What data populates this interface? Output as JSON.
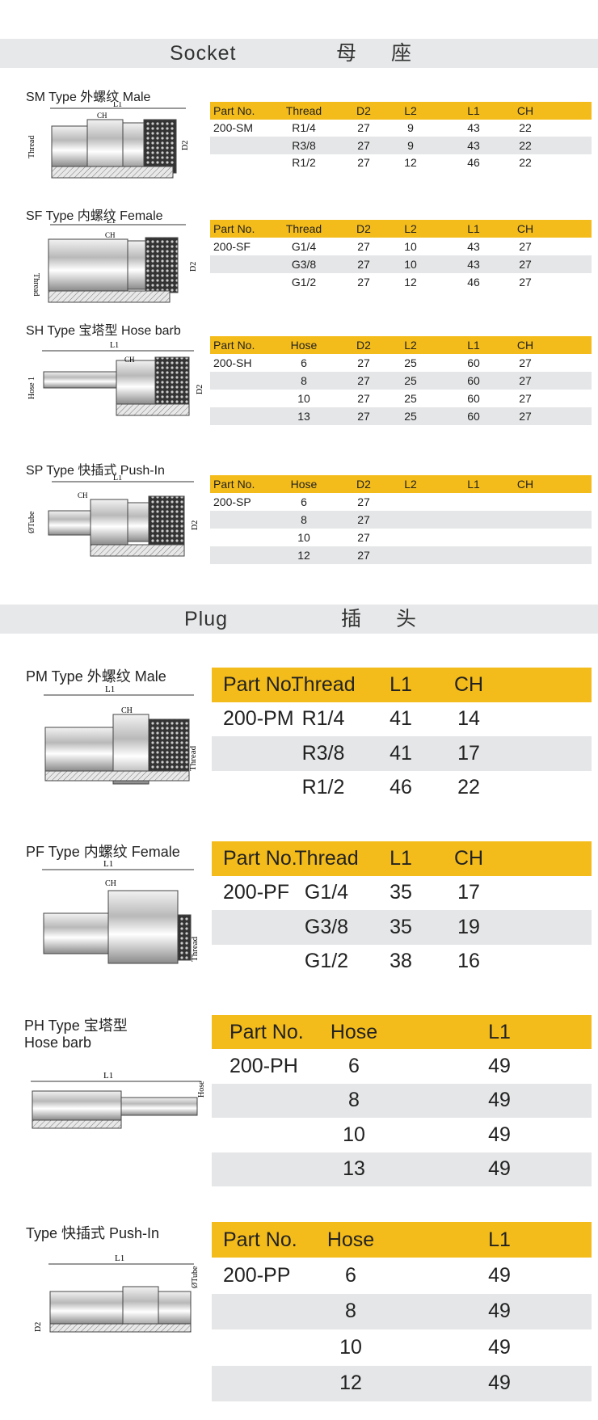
{
  "sections": {
    "socket": {
      "en": "Socket",
      "cn": "母 座"
    },
    "plug": {
      "en": "Plug",
      "cn": "插 头"
    }
  },
  "types": {
    "sm": {
      "label": "SM Type 外螺纹 Male"
    },
    "sf": {
      "label": "SF Type 内螺纹 Female"
    },
    "sh": {
      "label": "SH Type 宝塔型 Hose barb"
    },
    "sp": {
      "label": "SP Type 快插式 Push-In"
    },
    "pm": {
      "label": "PM Type 外螺纹 Male"
    },
    "pf": {
      "label": "PF Type  内螺纹 Female"
    },
    "ph": {
      "label1": "PH Type 宝塔型",
      "label2": "Hose barb"
    },
    "pp": {
      "label": "Type 快插式 Push-In"
    }
  },
  "drawing_labels": {
    "l1": "L1",
    "ch": "CH",
    "d2": "D2",
    "thread": "Thread",
    "hose": "Hose",
    "hose1": "Hose 1",
    "tube": "ØTube"
  },
  "tables": {
    "sm": {
      "headers": [
        "Part No.",
        "Thread",
        "D2",
        "L2",
        "L1",
        "CH"
      ],
      "rows": [
        [
          "200-SM",
          "R1/4",
          "27",
          "9",
          "43",
          "22"
        ],
        [
          "",
          "R3/8",
          "27",
          "9",
          "43",
          "22"
        ],
        [
          "",
          "R1/2",
          "27",
          "12",
          "46",
          "22"
        ]
      ]
    },
    "sf": {
      "headers": [
        "Part No.",
        "Thread",
        "D2",
        "L2",
        "L1",
        "CH"
      ],
      "rows": [
        [
          "200-SF",
          "G1/4",
          "27",
          "10",
          "43",
          "27"
        ],
        [
          "",
          "G3/8",
          "27",
          "10",
          "43",
          "27"
        ],
        [
          "",
          "G1/2",
          "27",
          "12",
          "46",
          "27"
        ]
      ]
    },
    "sh": {
      "headers": [
        "Part No.",
        "Hose",
        "D2",
        "L2",
        "L1",
        "CH"
      ],
      "rows": [
        [
          "200-SH",
          "6",
          "27",
          "25",
          "60",
          "27"
        ],
        [
          "",
          "8",
          "27",
          "25",
          "60",
          "27"
        ],
        [
          "",
          "10",
          "27",
          "25",
          "60",
          "27"
        ],
        [
          "",
          "13",
          "27",
          "25",
          "60",
          "27"
        ]
      ]
    },
    "sp": {
      "headers": [
        "Part No.",
        "Hose",
        "D2",
        "L2",
        "L1",
        "CH"
      ],
      "rows": [
        [
          "200-SP",
          "6",
          "27",
          "",
          "",
          ""
        ],
        [
          "",
          "8",
          "27",
          "",
          "",
          ""
        ],
        [
          "",
          "10",
          "27",
          "",
          "",
          ""
        ],
        [
          "",
          "12",
          "27",
          "",
          "",
          ""
        ]
      ]
    },
    "pm": {
      "headers": [
        "Part No.",
        "Thread",
        "L1",
        "CH"
      ],
      "rows": [
        [
          "200-PM",
          "R1/4",
          "41",
          "14"
        ],
        [
          "",
          "R3/8",
          "41",
          "17"
        ],
        [
          "",
          "R1/2",
          "46",
          "22"
        ]
      ]
    },
    "pf": {
      "headers": [
        "Part No.",
        "Thread",
        "L1",
        "CH"
      ],
      "rows": [
        [
          "200-PF",
          "G1/4",
          "35",
          "17"
        ],
        [
          "",
          "G3/8",
          "35",
          "19"
        ],
        [
          "",
          "G1/2",
          "38",
          "16"
        ]
      ]
    },
    "ph": {
      "headers": [
        "Part No.",
        "Hose",
        "L1"
      ],
      "rows": [
        [
          "200-PH",
          "6",
          "49"
        ],
        [
          "",
          "8",
          "49"
        ],
        [
          "",
          "10",
          "49"
        ],
        [
          "",
          "13",
          "49"
        ]
      ]
    },
    "pp": {
      "headers": [
        "Part No.",
        "Hose",
        "L1"
      ],
      "rows": [
        [
          "200-PP",
          "6",
          "49"
        ],
        [
          "",
          "8",
          "49"
        ],
        [
          "",
          "10",
          "49"
        ],
        [
          "",
          "12",
          "49"
        ]
      ]
    }
  }
}
